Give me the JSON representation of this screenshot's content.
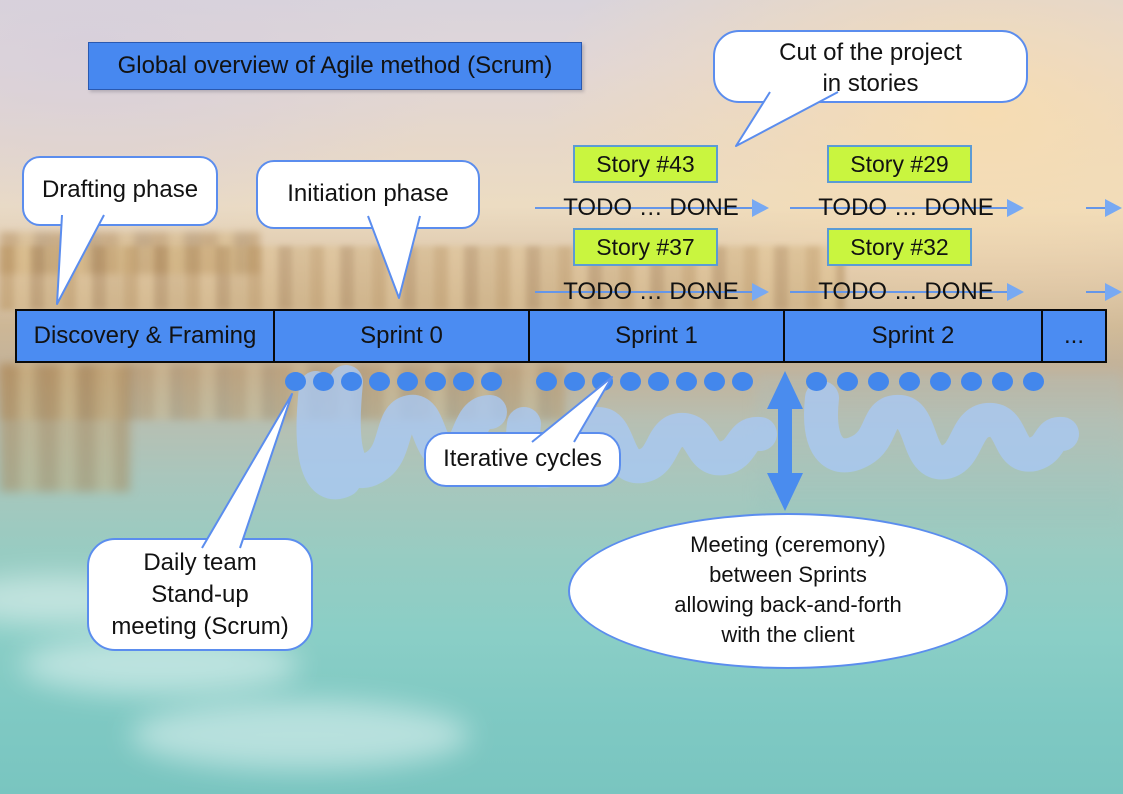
{
  "title": {
    "text": "Global overview of Agile method (Scrum)"
  },
  "callouts": {
    "drafting": {
      "label": "Drafting phase"
    },
    "initiation": {
      "label": "Initiation phase"
    },
    "cut_of_project": {
      "lines": [
        "Cut of the project",
        "in stories"
      ]
    },
    "iterative_cycles": {
      "label": "Iterative cycles"
    },
    "daily_standup": {
      "lines": [
        "Daily team",
        "Stand-up",
        "meeting (Scrum)"
      ]
    },
    "meeting_ceremony": {
      "lines": [
        "Meeting (ceremony)",
        "between Sprints",
        "allowing back-and-forth",
        "with the client"
      ]
    }
  },
  "timeline": {
    "segments": [
      {
        "label": "Discovery & Framing"
      },
      {
        "label": "Sprint 0"
      },
      {
        "label": "Sprint 1"
      },
      {
        "label": "Sprint 2"
      },
      {
        "label": "..."
      }
    ]
  },
  "sprint_boards": [
    {
      "column_over": "Sprint 1",
      "items": [
        {
          "story": "Story #43",
          "flow": "TODO … DONE"
        },
        {
          "story": "Story #37",
          "flow": "TODO … DONE"
        }
      ]
    },
    {
      "column_over": "Sprint 2",
      "items": [
        {
          "story": "Story #29",
          "flow": "TODO … DONE"
        },
        {
          "story": "Story #32",
          "flow": "TODO … DONE"
        }
      ]
    }
  ],
  "icons": {
    "flow_arrowhead": "right-pointing triangle",
    "double_arrow": "vertical double-headed arrow",
    "iteration_dots": "row of blue dots"
  },
  "colors": {
    "box_blue": "#4788F0",
    "bar_blue": "#4B8CF2",
    "bubble_border": "#5B8DEE",
    "story_green": "#C9F53F",
    "dot_blue": "#4387EC",
    "flow_line": "#6596E8",
    "flow_arrow": "#78A9F2",
    "double_arrow": "#4A8CEE",
    "scribble": "#A9C9F5"
  }
}
